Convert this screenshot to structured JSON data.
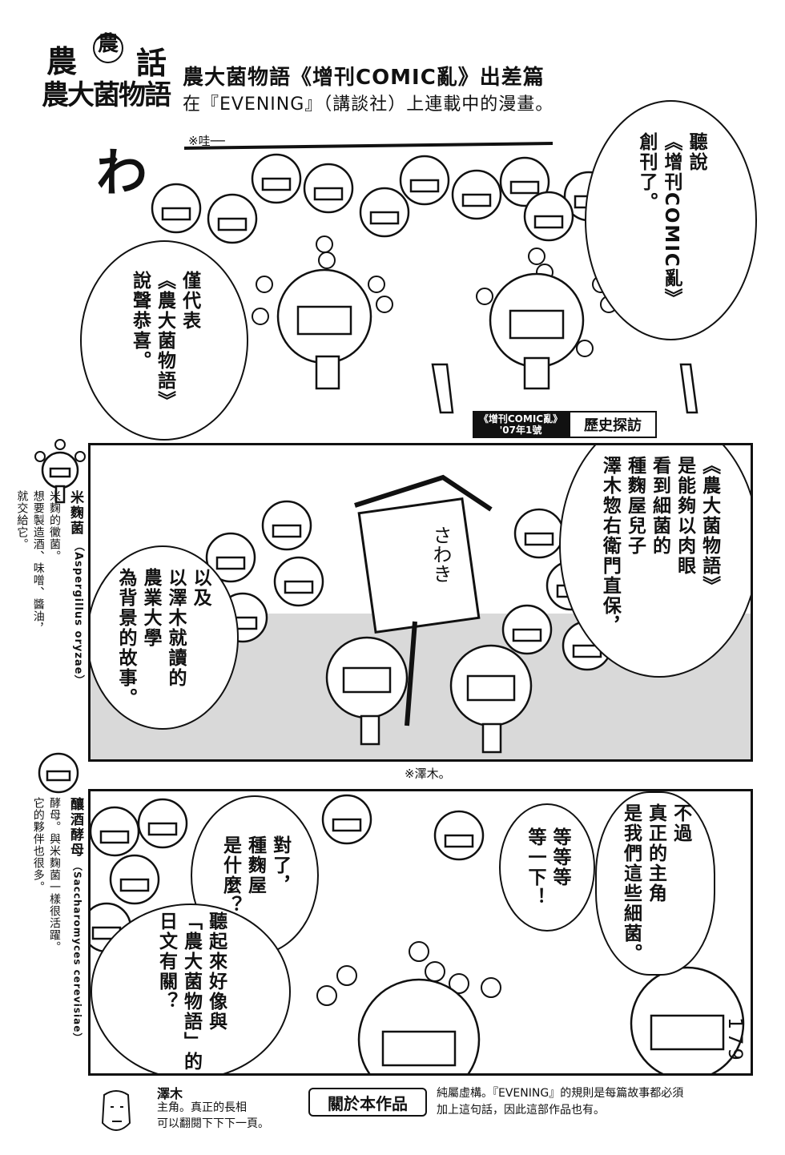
{
  "header": {
    "logo_text": "農大菌物語",
    "logo_badge": "農",
    "title": "農大菌物語《增刊COMIC亂》出差篇",
    "subtitle": "在『EVENING』（講談社）上連載中的漫畫。"
  },
  "panel1": {
    "sfx": "わ",
    "sfx_note": "※哇──",
    "bubble_right": "聽說\n《增刊COMIC亂》\n創刊了。",
    "bubble_left": "僅代表\n《農大菌物語》\n說聲恭喜。",
    "badge_left": "《增刊COMIC亂》\n'07年1號",
    "badge_right": "歷史探訪"
  },
  "panel2": {
    "sign_text": "さわき",
    "bubble_right": "《農大菌物語》\n是能夠以肉眼\n看到細菌的\n種麴屋兒子\n澤木惣右衛門直保，",
    "bubble_left": "以及\n以澤木就讀的\n農業大學\n為背景的故事。",
    "footnote": "※澤木。"
  },
  "panel3": {
    "bubble_1": "不過\n真正的主角\n是我們這些細菌。",
    "bubble_2": "等等等\n等一下！",
    "bubble_3": "對了，\n種麴屋\n是什麼？",
    "bubble_4": "聽起來好像與\n「農大菌物語」的\n日文有關？"
  },
  "sidebar": {
    "koji_name": "米麴菌",
    "koji_latin": "（Aspergillus oryzae）",
    "koji_desc": "米麴的黴菌。\n想要製造酒、味噌、醬油，\n就交給它。",
    "yeast_name": "釀酒酵母",
    "yeast_latin": "（Saccharomyces cerevisiae）",
    "yeast_desc": "酵母。與米麴菌一樣很活躍。\n它的夥伴也很多。"
  },
  "footer": {
    "char_name": "澤木",
    "char_desc": "主角。真正的長相\n可以翻閱下下下一頁。",
    "about_label": "關於本作品",
    "about_text": "純屬虛構。『EVENING』的規則是每篇故事都必須\n加上這句話，因此這部作品也有。",
    "page_number": "179"
  }
}
